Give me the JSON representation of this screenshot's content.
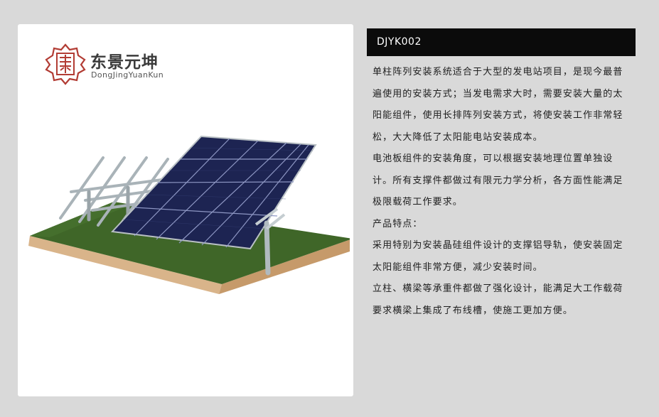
{
  "brand": {
    "name_cn": "东景元坤",
    "name_en": "DongJingYuanKun",
    "logo_icon": "seal-logo-icon",
    "color": "#b23c34"
  },
  "product": {
    "code": "DJYK002",
    "illustration": "solar-panel-array-icon",
    "paragraphs": [
      "单柱阵列安装系统适合于大型的发电站项目，是现今最普遍使用的安装方式；当发电需求大时，需要安装大量的太阳能组件，使用长排阵列安装方式，将使安装工作非常轻松，大大降低了太阳能电站安装成本。",
      "电池板组件的安装角度，可以根据安装地理位置单独设计。所有支撑件都做过有限元力学分析，各方面性能满足极限载荷工作要求。",
      "产品特点：",
      "采用特别为安装晶硅组件设计的支撑铝导轨，使安装固定太阳能组件非常方便，减少安装时间。",
      "立柱、横梁等承重件都做了强化设计，能满足大工作载荷要求横梁上集成了布线槽，使施工更加方便。"
    ]
  }
}
